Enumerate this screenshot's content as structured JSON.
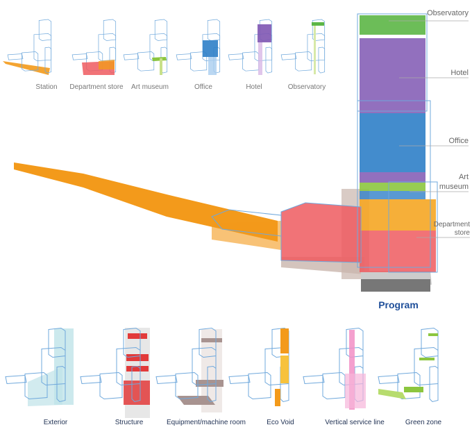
{
  "top_row": [
    "Station",
    "Department store",
    "Art museum",
    "Office",
    "Hotel",
    "Observatory"
  ],
  "main": {
    "title": "Program",
    "labels": [
      "Observatory",
      "Hotel",
      "Office",
      "Art",
      "museum",
      "Department",
      "store"
    ]
  },
  "bottom_row": [
    "Exterior",
    "Structure",
    "Equipment/machine room",
    "Eco Void",
    "Vertical service line",
    "Green zone"
  ],
  "colors": {
    "station": "#f39a1b",
    "department": "#ef5a5f",
    "art": "#8cc63f",
    "office": "#2f7fc8",
    "hotel": "#7f57b3",
    "observatory": "#5cb646",
    "outline": "#6fa8dc",
    "title": "#1f4f9a"
  }
}
